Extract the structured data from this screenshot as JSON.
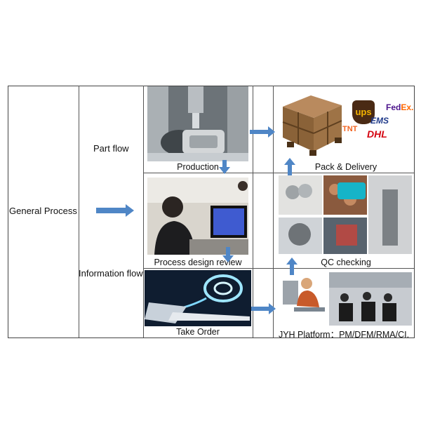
{
  "left_label": "General Process",
  "rows": {
    "part_flow": "Part flow",
    "information_flow": "Information flow"
  },
  "captions": {
    "production": "Production",
    "pack_delivery": "Pack & Delivery",
    "process_design_review": "Process design review",
    "qc_checking": "QC checking",
    "take_order": "Take Order",
    "jyh_platform": "JYH Platform：PM/DFM/RMA/CI."
  },
  "logos": {
    "ups": "ups",
    "fedex_fed": "Fed",
    "fedex_ex": "Ex.",
    "ems": "EMS",
    "dhl": "DHL",
    "tnt": "TNT"
  },
  "colors": {
    "arrow": "#4f86c6",
    "grid": "#555555"
  }
}
